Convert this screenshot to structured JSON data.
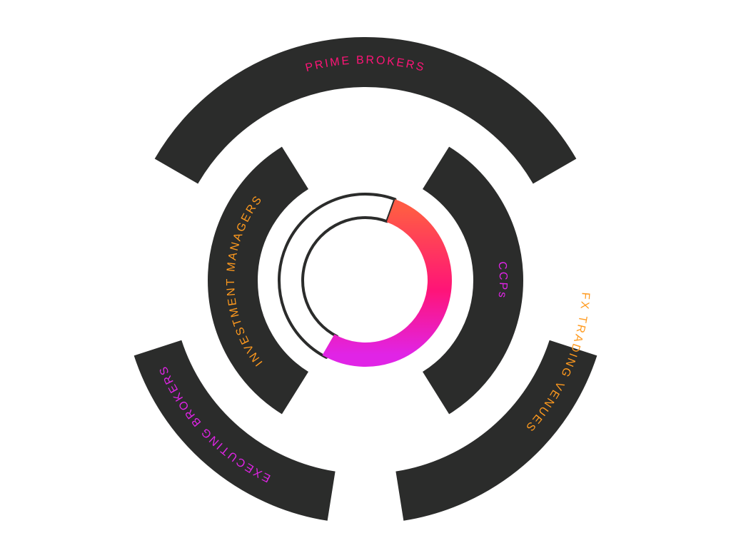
{
  "diagram": {
    "colors": {
      "segment": "#2b2c2b",
      "pink": "#ff1477",
      "magenta": "#e024e6",
      "orange": "#ff9a1e",
      "coral": "#ff5a45",
      "background": "#ffffff"
    },
    "outer_ring": {
      "prime_brokers": "PRIME BROKERS",
      "executing_brokers": "EXECUTING BROKERS",
      "fx_trading_venues": "FX TRADING VENUES"
    },
    "inner_ring": {
      "investment_managers": "INVESTMENT MANAGERS",
      "ccps": "CCPs"
    },
    "hub": {
      "segments": [
        "filled-gradient",
        "outline-empty"
      ]
    }
  }
}
